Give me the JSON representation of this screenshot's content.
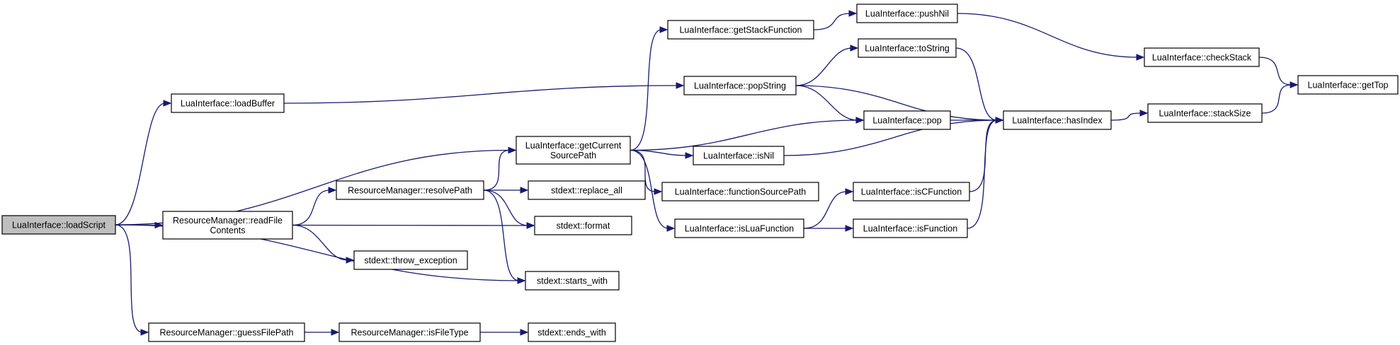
{
  "diagram": {
    "type": "call-graph",
    "nodes": [
      {
        "id": "loadScript",
        "lines": [
          "LuaInterface::loadScript"
        ],
        "root": true
      },
      {
        "id": "loadBuffer",
        "lines": [
          "LuaInterface::loadBuffer"
        ]
      },
      {
        "id": "readFile",
        "lines": [
          "ResourceManager::readFile",
          "Contents"
        ]
      },
      {
        "id": "guessFilePath",
        "lines": [
          "ResourceManager::guessFilePath"
        ]
      },
      {
        "id": "getCurrentSourcePath",
        "lines": [
          "LuaInterface::getCurrent",
          "SourcePath"
        ]
      },
      {
        "id": "resolvePath",
        "lines": [
          "ResourceManager::resolvePath"
        ]
      },
      {
        "id": "throwException",
        "lines": [
          "stdext::throw_exception"
        ]
      },
      {
        "id": "isFileType",
        "lines": [
          "ResourceManager::isFileType"
        ]
      },
      {
        "id": "replaceAll",
        "lines": [
          "stdext::replace_all"
        ]
      },
      {
        "id": "format",
        "lines": [
          "stdext::format"
        ]
      },
      {
        "id": "startsWith",
        "lines": [
          "stdext::starts_with"
        ]
      },
      {
        "id": "endsWith",
        "lines": [
          "stdext::ends_with"
        ]
      },
      {
        "id": "getStackFunction",
        "lines": [
          "LuaInterface::getStackFunction"
        ]
      },
      {
        "id": "popString",
        "lines": [
          "LuaInterface::popString"
        ]
      },
      {
        "id": "isNil",
        "lines": [
          "LuaInterface::isNil"
        ]
      },
      {
        "id": "functionSourcePath",
        "lines": [
          "LuaInterface::functionSourcePath"
        ]
      },
      {
        "id": "isLuaFunction",
        "lines": [
          "LuaInterface::isLuaFunction"
        ]
      },
      {
        "id": "pushNil",
        "lines": [
          "LuaInterface::pushNil"
        ]
      },
      {
        "id": "toString",
        "lines": [
          "LuaInterface::toString"
        ]
      },
      {
        "id": "pop",
        "lines": [
          "LuaInterface::pop"
        ]
      },
      {
        "id": "isCFunction",
        "lines": [
          "LuaInterface::isCFunction"
        ]
      },
      {
        "id": "isFunction",
        "lines": [
          "LuaInterface::isFunction"
        ]
      },
      {
        "id": "hasIndex",
        "lines": [
          "LuaInterface::hasIndex"
        ]
      },
      {
        "id": "checkStack",
        "lines": [
          "LuaInterface::checkStack"
        ]
      },
      {
        "id": "stackSize",
        "lines": [
          "LuaInterface::stackSize"
        ]
      },
      {
        "id": "getTop",
        "lines": [
          "LuaInterface::getTop"
        ]
      }
    ],
    "edges": [
      [
        "loadScript",
        "loadBuffer"
      ],
      [
        "loadScript",
        "getCurrentSourcePath"
      ],
      [
        "loadScript",
        "readFile"
      ],
      [
        "loadScript",
        "startsWith"
      ],
      [
        "loadScript",
        "guessFilePath"
      ],
      [
        "loadBuffer",
        "popString"
      ],
      [
        "readFile",
        "resolvePath"
      ],
      [
        "readFile",
        "format"
      ],
      [
        "readFile",
        "throwException"
      ],
      [
        "guessFilePath",
        "isFileType"
      ],
      [
        "isFileType",
        "endsWith"
      ],
      [
        "resolvePath",
        "getCurrentSourcePath"
      ],
      [
        "resolvePath",
        "replaceAll"
      ],
      [
        "resolvePath",
        "format"
      ],
      [
        "resolvePath",
        "startsWith"
      ],
      [
        "getCurrentSourcePath",
        "getStackFunction"
      ],
      [
        "getCurrentSourcePath",
        "pop"
      ],
      [
        "getCurrentSourcePath",
        "isNil"
      ],
      [
        "getCurrentSourcePath",
        "functionSourcePath"
      ],
      [
        "getCurrentSourcePath",
        "isLuaFunction"
      ],
      [
        "getStackFunction",
        "pushNil"
      ],
      [
        "pushNil",
        "checkStack"
      ],
      [
        "checkStack",
        "getTop"
      ],
      [
        "popString",
        "toString"
      ],
      [
        "popString",
        "pop"
      ],
      [
        "popString",
        "hasIndex"
      ],
      [
        "toString",
        "hasIndex"
      ],
      [
        "pop",
        "hasIndex"
      ],
      [
        "isNil",
        "hasIndex"
      ],
      [
        "isLuaFunction",
        "isCFunction"
      ],
      [
        "isLuaFunction",
        "isFunction"
      ],
      [
        "isCFunction",
        "hasIndex"
      ],
      [
        "isFunction",
        "hasIndex"
      ],
      [
        "hasIndex",
        "stackSize"
      ],
      [
        "stackSize",
        "getTop"
      ]
    ]
  }
}
